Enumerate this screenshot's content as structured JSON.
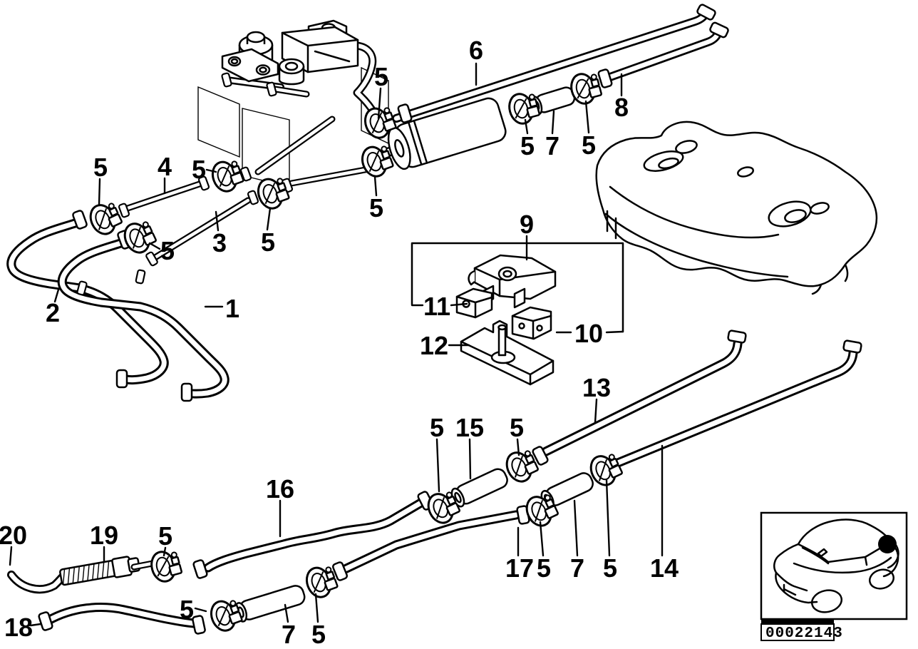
{
  "page": {
    "background": "#ffffff",
    "ink": "#000000",
    "type": "parts-exploded-diagram",
    "subject": "fuel-pipes-fuel-tank"
  },
  "callouts": [
    "6",
    "8",
    "5",
    "5",
    "7",
    "5",
    "5",
    "4",
    "5",
    "5",
    "5",
    "3",
    "5",
    "2",
    "1",
    "9",
    "11",
    "10",
    "12",
    "13",
    "5",
    "15",
    "5",
    "16",
    "20",
    "19",
    "5",
    "17",
    "5",
    "7",
    "5",
    "14",
    "18",
    "5",
    "7",
    "5"
  ],
  "inset": {
    "part_number": "00022143",
    "car_icon": "sedan-three-quarter-view",
    "location_marker": "rear-fuel-tank-dot"
  }
}
